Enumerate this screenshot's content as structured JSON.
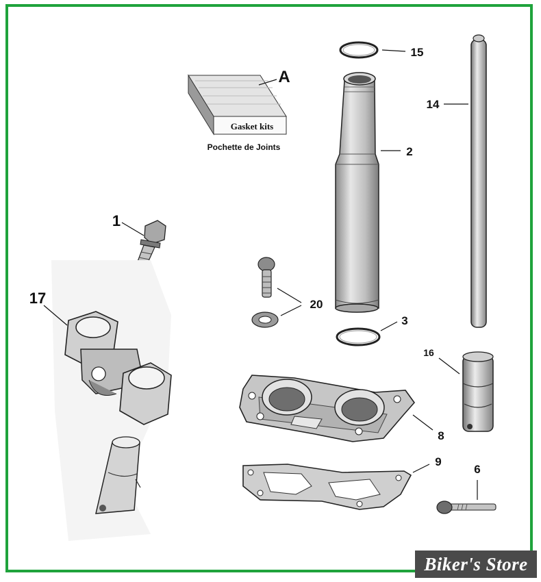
{
  "frame": {
    "border_color": "#1fa33c"
  },
  "gasket_kit": {
    "box_label": "Gasket kits",
    "caption": "Pochette de Joints",
    "callout": "A"
  },
  "callouts": {
    "c1": "1",
    "c2": "2",
    "c3": "3",
    "c6": "6",
    "c8": "8",
    "c9": "9",
    "c14": "14",
    "c15": "15",
    "c16": "16",
    "c17": "17",
    "c20": "20"
  },
  "watermark": {
    "text": "Biker's Store"
  }
}
